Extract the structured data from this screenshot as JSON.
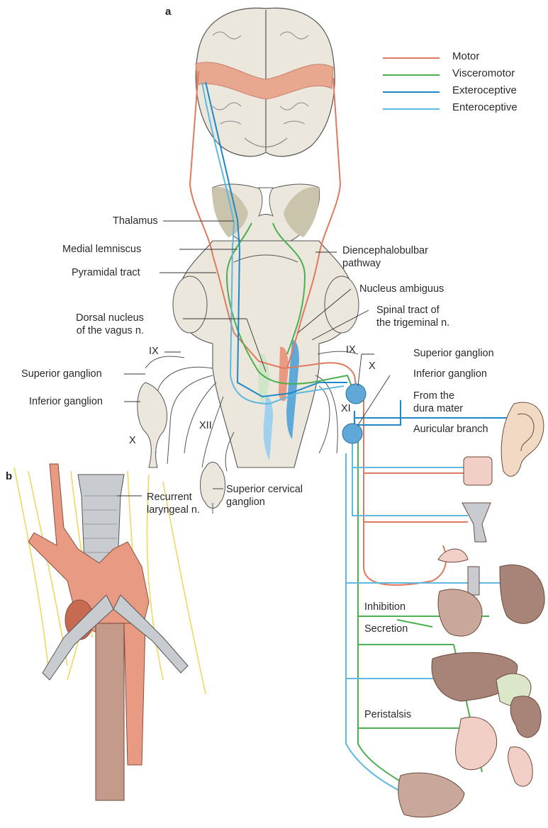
{
  "panels": {
    "a": "a",
    "b": "b"
  },
  "legend": [
    {
      "label": "Motor",
      "color": "#e07a5f"
    },
    {
      "label": "Visceromotor",
      "color": "#4caf50"
    },
    {
      "label": "Exteroceptive",
      "color": "#1e88c8"
    },
    {
      "label": "Enteroceptive",
      "color": "#5fb8e0"
    }
  ],
  "labels": {
    "thalamus": "Thalamus",
    "medial_lemniscus": "Medial lemniscus",
    "pyramidal_tract": "Pyramidal tract",
    "dorsal_nucleus_1": "Dorsal nucleus",
    "dorsal_nucleus_2": "of the vagus n.",
    "ix_left": "IX",
    "superior_ganglion_left": "Superior ganglion",
    "inferior_ganglion_left": "Inferior ganglion",
    "x_left": "X",
    "xii": "XII",
    "superior_cervical_1": "Superior cervical",
    "superior_cervical_2": "ganglion",
    "diencephalobulbar_1": "Diencephalobulbar",
    "diencephalobulbar_2": "pathway",
    "nucleus_ambiguus": "Nucleus ambiguus",
    "spinal_tract_1": "Spinal tract of",
    "spinal_tract_2": "the trigeminal n.",
    "ix_right": "IX",
    "superior_ganglion_right": "Superior ganglion",
    "x_right": "X",
    "inferior_ganglion_right": "Inferior ganglion",
    "xi": "XI",
    "from_dura_1": "From the",
    "from_dura_2": "dura mater",
    "auricular_branch": "Auricular branch",
    "recurrent_1": "Recurrent",
    "recurrent_2": "laryngeal n.",
    "inhibition": "Inhibition",
    "secretion": "Secretion",
    "peristalsis": "Peristalsis"
  },
  "colors": {
    "brain": "#ece7dc",
    "brain_stroke": "#555555",
    "motor_cortex": "#e8a890",
    "thalamus": "#c9c4ab",
    "nerve_yellow": "#f0d860",
    "aorta": "#e89a82",
    "trachea": "#c8ccd0",
    "organ": "#c9a89b"
  }
}
